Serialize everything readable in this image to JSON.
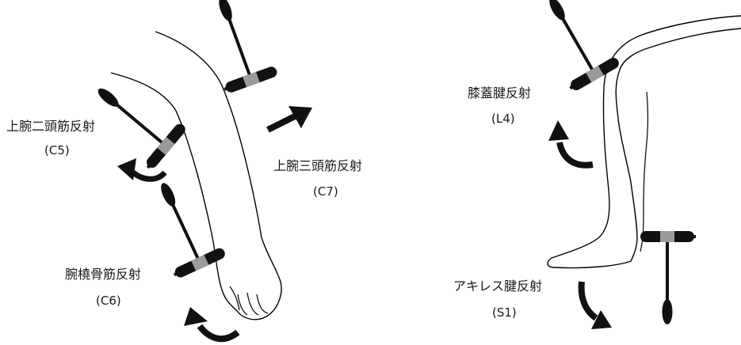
{
  "reflexes": [
    {
      "name": "上腕二頭筋反射",
      "level": "(C5)"
    },
    {
      "name": "上腕三頭筋反射",
      "level": "(C7)"
    },
    {
      "name": "腕橈骨筋反射",
      "level": "(C6)"
    },
    {
      "name": "膝蓋腱反射",
      "level": "(L4)"
    },
    {
      "name": "アキレス腱反射",
      "level": "(S1)"
    }
  ],
  "colors": {
    "line": "#000000",
    "hammer": "#111111",
    "band": "#9a9a9a",
    "arrow": "#111111"
  }
}
